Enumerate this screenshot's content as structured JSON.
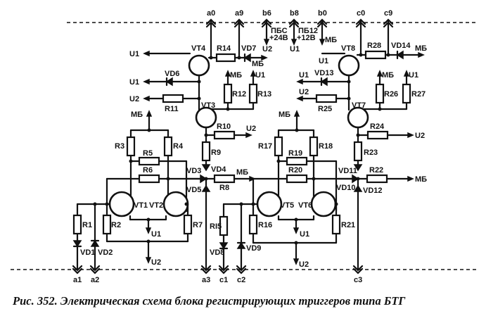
{
  "figure": {
    "caption": "Рис. 352. Электрическая схема блока регистрирующих триггеров типа БТГ"
  },
  "connector_pins_top": [
    "a0",
    "a9",
    "b6",
    "b8",
    "b0",
    "c0",
    "c9"
  ],
  "connector_pins_bottom": [
    "a1",
    "a2",
    "a3",
    "c1",
    "c2",
    "c3"
  ],
  "power_notes": [
    {
      "pin": "b6",
      "line1": "ПБС",
      "line2": "+24В",
      "net": "U2"
    },
    {
      "pin": "b8",
      "line1": "ПБ12",
      "line2": "+12В",
      "net": "U1"
    },
    {
      "pin": "b0",
      "line1": "",
      "line2": "",
      "net": "МБ"
    }
  ],
  "nets": {
    "u1": "U1",
    "u2": "U2",
    "mb": "МБ"
  },
  "transistors": [
    "VT1",
    "VT2",
    "VT3",
    "VT4",
    "VT5",
    "VT6",
    "VT7",
    "VT8"
  ],
  "resistors": [
    "R1",
    "R2",
    "R3",
    "R4",
    "R5",
    "R6",
    "R7",
    "R8",
    "R9",
    "R10",
    "R11",
    "R12",
    "R13",
    "R14",
    "RI5",
    "R16",
    "R17",
    "R18",
    "R19",
    "R20",
    "R21",
    "R22",
    "R23",
    "R24",
    "R25",
    "R26",
    "R27",
    "R28"
  ],
  "diodes": [
    "VD1",
    "VD2",
    "VD3",
    "VD4",
    "VD5",
    "VD6",
    "VD7",
    "VD8",
    "VD9",
    "VD10",
    "VD11",
    "VD12",
    "VD13",
    "VD14"
  ]
}
